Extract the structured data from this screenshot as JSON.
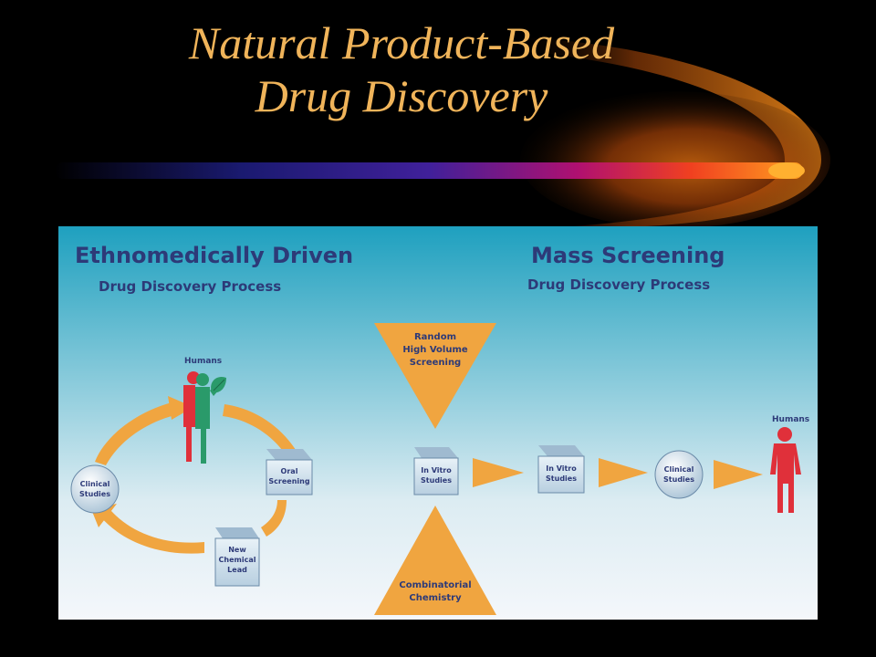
{
  "slide": {
    "title_line1": "Natural Product-Based",
    "title_line2": "Drug Discovery"
  },
  "diagram": {
    "left": {
      "heading": "Ethnomedically Driven",
      "subheading": "Drug Discovery Process",
      "humans_label": "Humans",
      "oral_screening": [
        "Oral",
        "Screening"
      ],
      "new_chemical_lead": [
        "New",
        "Chemical",
        "Lead"
      ],
      "clinical_studies": [
        "Clinical",
        "Studies"
      ]
    },
    "right": {
      "heading": "Mass Screening",
      "subheading": "Drug Discovery Process",
      "random_screening": [
        "Random",
        "High Volume",
        "Screening"
      ],
      "combinatorial": [
        "Combinatorial",
        "Chemistry"
      ],
      "in_vitro_1": [
        "In Vitro",
        "Studies"
      ],
      "in_vitro_2": [
        "In Vitro",
        "Studies"
      ],
      "clinical_studies": [
        "Clinical",
        "Studies"
      ],
      "humans_label": "Humans"
    }
  },
  "colors": {
    "title": "#f0b45a",
    "panel_top": "#1ea0bf",
    "panel_bottom": "#f4f7fb",
    "accent_orange": "#f0a540",
    "figure_red": "#e0303a",
    "figure_green": "#2a9a6a",
    "text_navy": "#2d3a78"
  }
}
